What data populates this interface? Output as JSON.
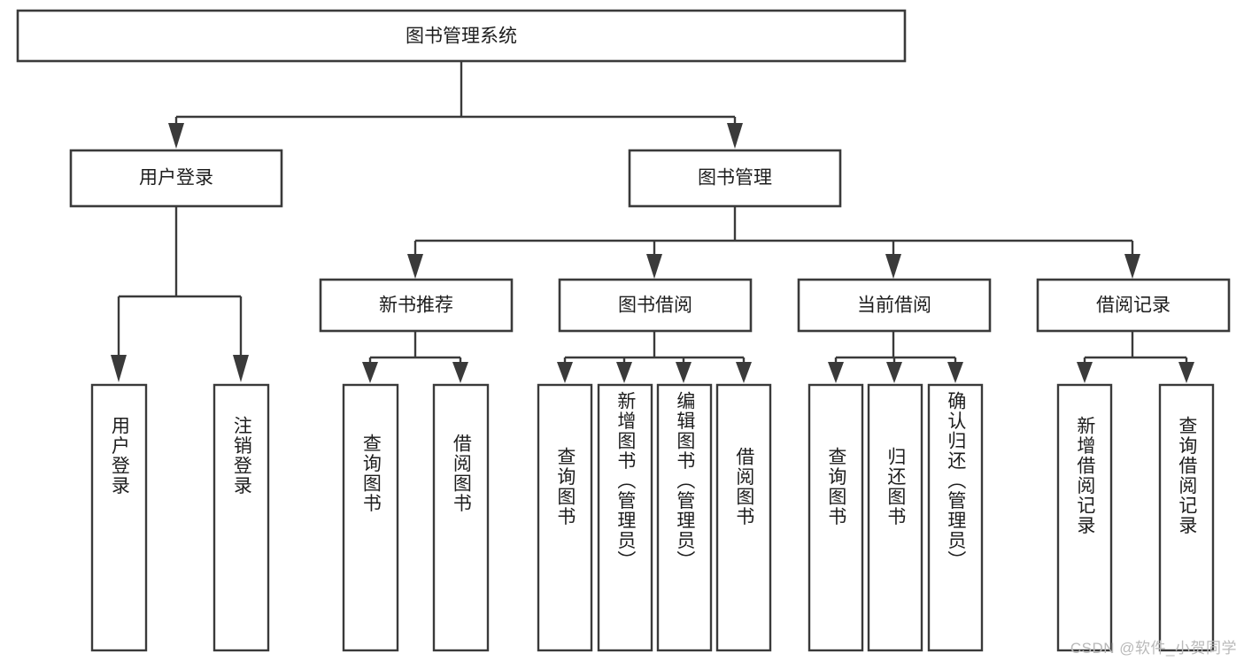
{
  "diagram": {
    "type": "tree-hierarchy",
    "title": "图书管理系统",
    "watermark": "CSDN @软件_小贺同学",
    "colors": {
      "stroke": "#3a3a3a",
      "fill": "#ffffff",
      "text": "#1d1d1d",
      "watermark": "#b9b9b9"
    },
    "root": {
      "label": "图书管理系统",
      "level": 0
    },
    "level1": [
      {
        "label": "用户登录"
      },
      {
        "label": "图书管理"
      }
    ],
    "level2": [
      {
        "label": "新书推荐"
      },
      {
        "label": "图书借阅"
      },
      {
        "label": "当前借阅"
      },
      {
        "label": "借阅记录"
      }
    ],
    "leaves": {
      "user_login": [
        {
          "label": "用户登录"
        },
        {
          "label": "注销登录"
        }
      ],
      "new_book_recommend": [
        {
          "label": "查询图书"
        },
        {
          "label": "借阅图书"
        }
      ],
      "book_borrow": [
        {
          "label": "查询图书"
        },
        {
          "label": "新增图书（管理员）"
        },
        {
          "label": "编辑图书（管理员）"
        },
        {
          "label": "借阅图书"
        }
      ],
      "current_borrow": [
        {
          "label": "查询图书"
        },
        {
          "label": "归还图书"
        },
        {
          "label": "确认归还（管理员）"
        }
      ],
      "borrow_record": [
        {
          "label": "新增借阅记录"
        },
        {
          "label": "查询借阅记录"
        }
      ]
    }
  }
}
